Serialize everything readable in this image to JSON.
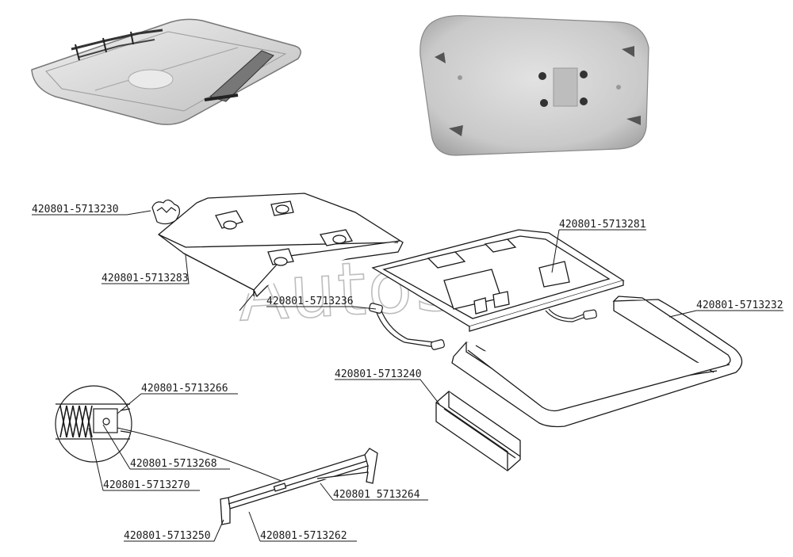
{
  "watermark": "AutoSoft",
  "parts": {
    "p5713230": "420801-5713230",
    "p5713283": "420801-5713283",
    "p5713236": "420801-5713236",
    "p5713281": "420801-5713281",
    "p5713232": "420801-5713232",
    "p5713240": "420801-5713240",
    "p5713266": "420801-5713266",
    "p5713268": "420801-5713268",
    "p5713270": "420801-5713270",
    "p5713264": "420801 5713264",
    "p5713250": "420801-5713250",
    "p5713262": "420801-5713262"
  },
  "colors": {
    "line": "#1a1a1a",
    "photo_light": "#d9d9d9",
    "photo_dark": "#8c8c8c",
    "watermark": "#bdbdbd"
  }
}
